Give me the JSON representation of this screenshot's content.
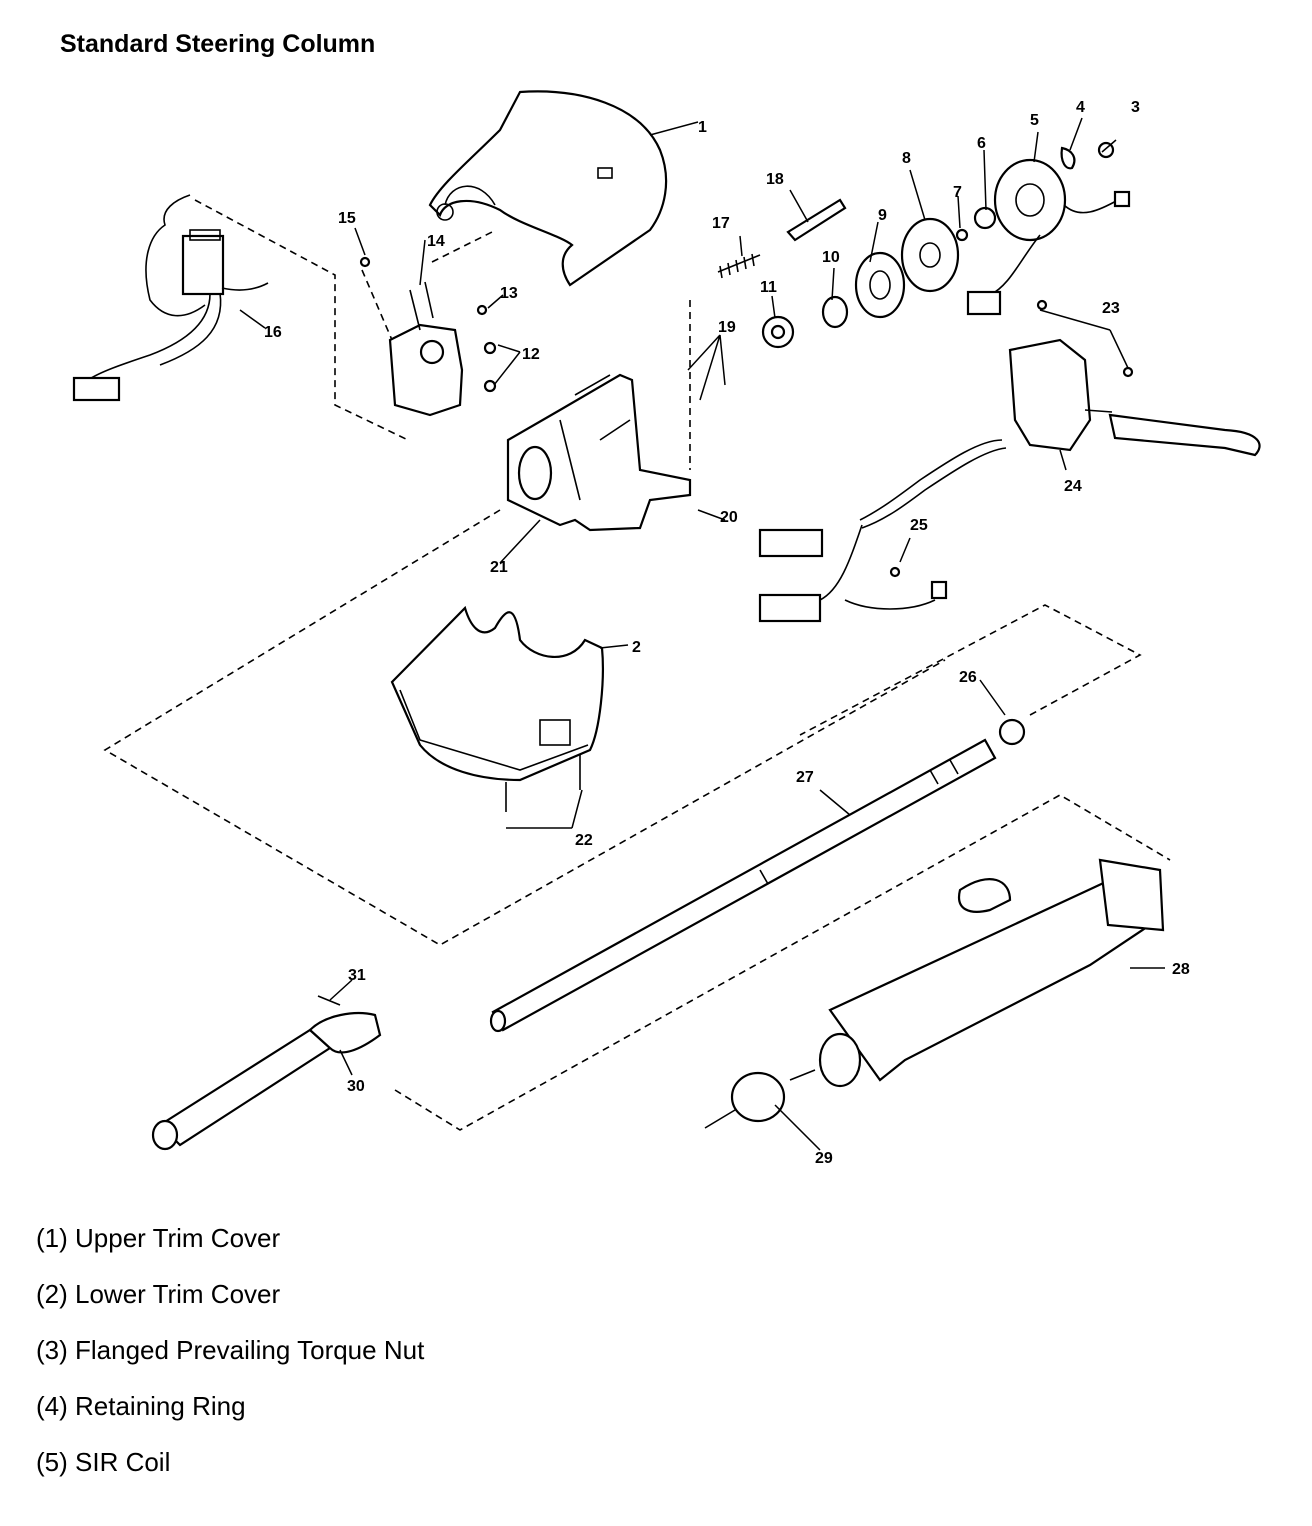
{
  "title": "Standard Steering Column",
  "callouts": [
    "1",
    "2",
    "3",
    "4",
    "5",
    "6",
    "7",
    "8",
    "9",
    "10",
    "11",
    "12",
    "13",
    "14",
    "15",
    "16",
    "17",
    "18",
    "19",
    "20",
    "21",
    "22",
    "23",
    "24",
    "25",
    "26",
    "27",
    "28",
    "29",
    "30",
    "31"
  ],
  "legend": [
    "(1) Upper Trim Cover",
    "(2) Lower Trim Cover",
    "(3) Flanged Prevailing Torque Nut",
    "(4) Retaining Ring",
    "(5) SIR Coil"
  ]
}
